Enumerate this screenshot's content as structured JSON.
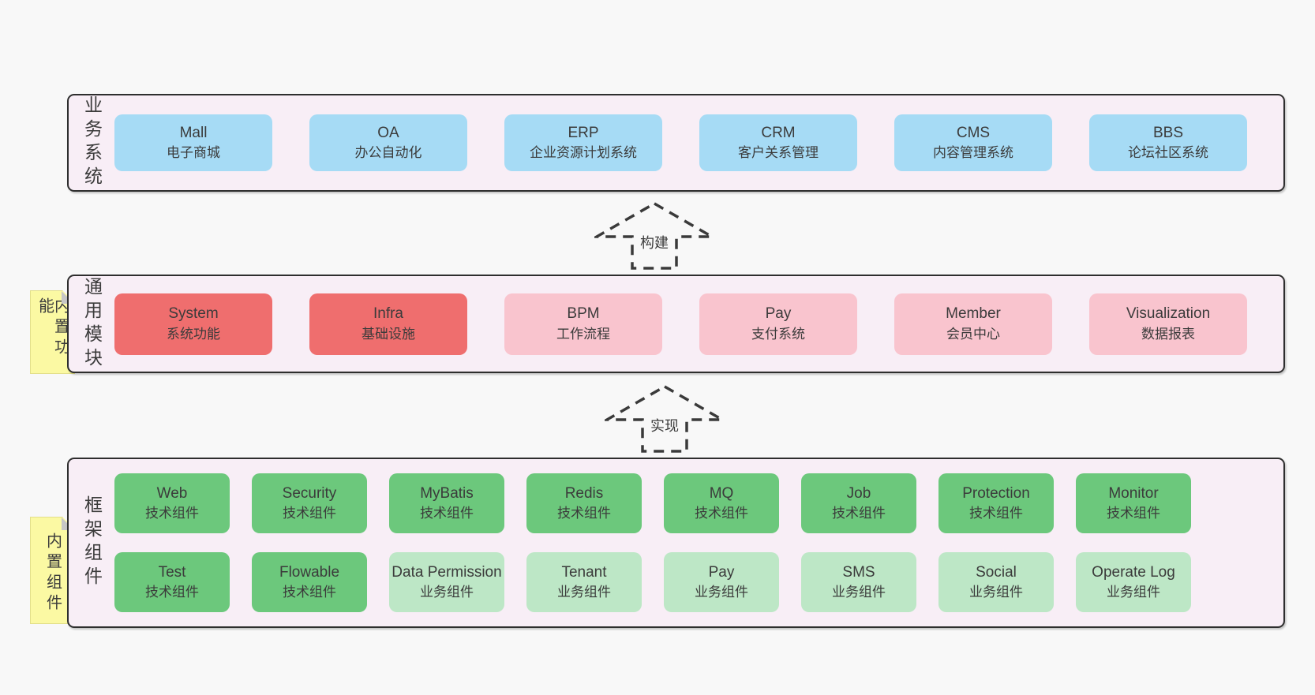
{
  "colors": {
    "page-bg": "#f8f8f8",
    "section-bg": "#f8eef6",
    "border": "#2e2e2e",
    "text": "#3b3b3b",
    "arrow": "#3a3a3a",
    "blue": "#a6dbf5",
    "red": "#ef6e6e",
    "pink": "#f9c4ce",
    "green": "#6cc87c",
    "green-light": "#bde7c6",
    "yellow": "#fbf9a3",
    "fold-gray": "#c6c6c6"
  },
  "sections": [
    {
      "label": "业务系统",
      "rows": [
        [
          {
            "en": "Mall",
            "zh": "电子商城",
            "variant": "blue"
          },
          {
            "en": "OA",
            "zh": "办公自动化",
            "variant": "blue"
          },
          {
            "en": "ERP",
            "zh": "企业资源计划系统",
            "variant": "blue"
          },
          {
            "en": "CRM",
            "zh": "客户关系管理",
            "variant": "blue"
          },
          {
            "en": "CMS",
            "zh": "内容管理系统",
            "variant": "blue"
          },
          {
            "en": "BBS",
            "zh": "论坛社区系统",
            "variant": "blue"
          }
        ]
      ]
    },
    {
      "label": "通用模块",
      "note": "内置功能",
      "rows": [
        [
          {
            "en": "System",
            "zh": "系统功能",
            "variant": "red"
          },
          {
            "en": "Infra",
            "zh": "基础设施",
            "variant": "red"
          },
          {
            "en": "BPM",
            "zh": "工作流程",
            "variant": "pink"
          },
          {
            "en": "Pay",
            "zh": "支付系统",
            "variant": "pink"
          },
          {
            "en": "Member",
            "zh": "会员中心",
            "variant": "pink"
          },
          {
            "en": "Visualization",
            "zh": "数据报表",
            "variant": "pink"
          }
        ]
      ]
    },
    {
      "label": "框架组件",
      "note": "内置组件",
      "rows": [
        [
          {
            "en": "Web",
            "zh": "技术组件",
            "variant": "green"
          },
          {
            "en": "Security",
            "zh": "技术组件",
            "variant": "green"
          },
          {
            "en": "MyBatis",
            "zh": "技术组件",
            "variant": "green"
          },
          {
            "en": "Redis",
            "zh": "技术组件",
            "variant": "green"
          },
          {
            "en": "MQ",
            "zh": "技术组件",
            "variant": "green"
          },
          {
            "en": "Job",
            "zh": "技术组件",
            "variant": "green"
          },
          {
            "en": "Protection",
            "zh": "技术组件",
            "variant": "green"
          },
          {
            "en": "Monitor",
            "zh": "技术组件",
            "variant": "green"
          }
        ],
        [
          {
            "en": "Test",
            "zh": "技术组件",
            "variant": "green"
          },
          {
            "en": "Flowable",
            "zh": "技术组件",
            "variant": "green"
          },
          {
            "en": "Data Permission",
            "zh": "业务组件",
            "variant": "green-light"
          },
          {
            "en": "Tenant",
            "zh": "业务组件",
            "variant": "green-light"
          },
          {
            "en": "Pay",
            "zh": "业务组件",
            "variant": "green-light"
          },
          {
            "en": "SMS",
            "zh": "业务组件",
            "variant": "green-light"
          },
          {
            "en": "Social",
            "zh": "业务组件",
            "variant": "green-light"
          },
          {
            "en": "Operate Log",
            "zh": "业务组件",
            "variant": "green-light"
          }
        ]
      ]
    }
  ],
  "arrows": [
    {
      "label": "构建"
    },
    {
      "label": "实现"
    }
  ]
}
